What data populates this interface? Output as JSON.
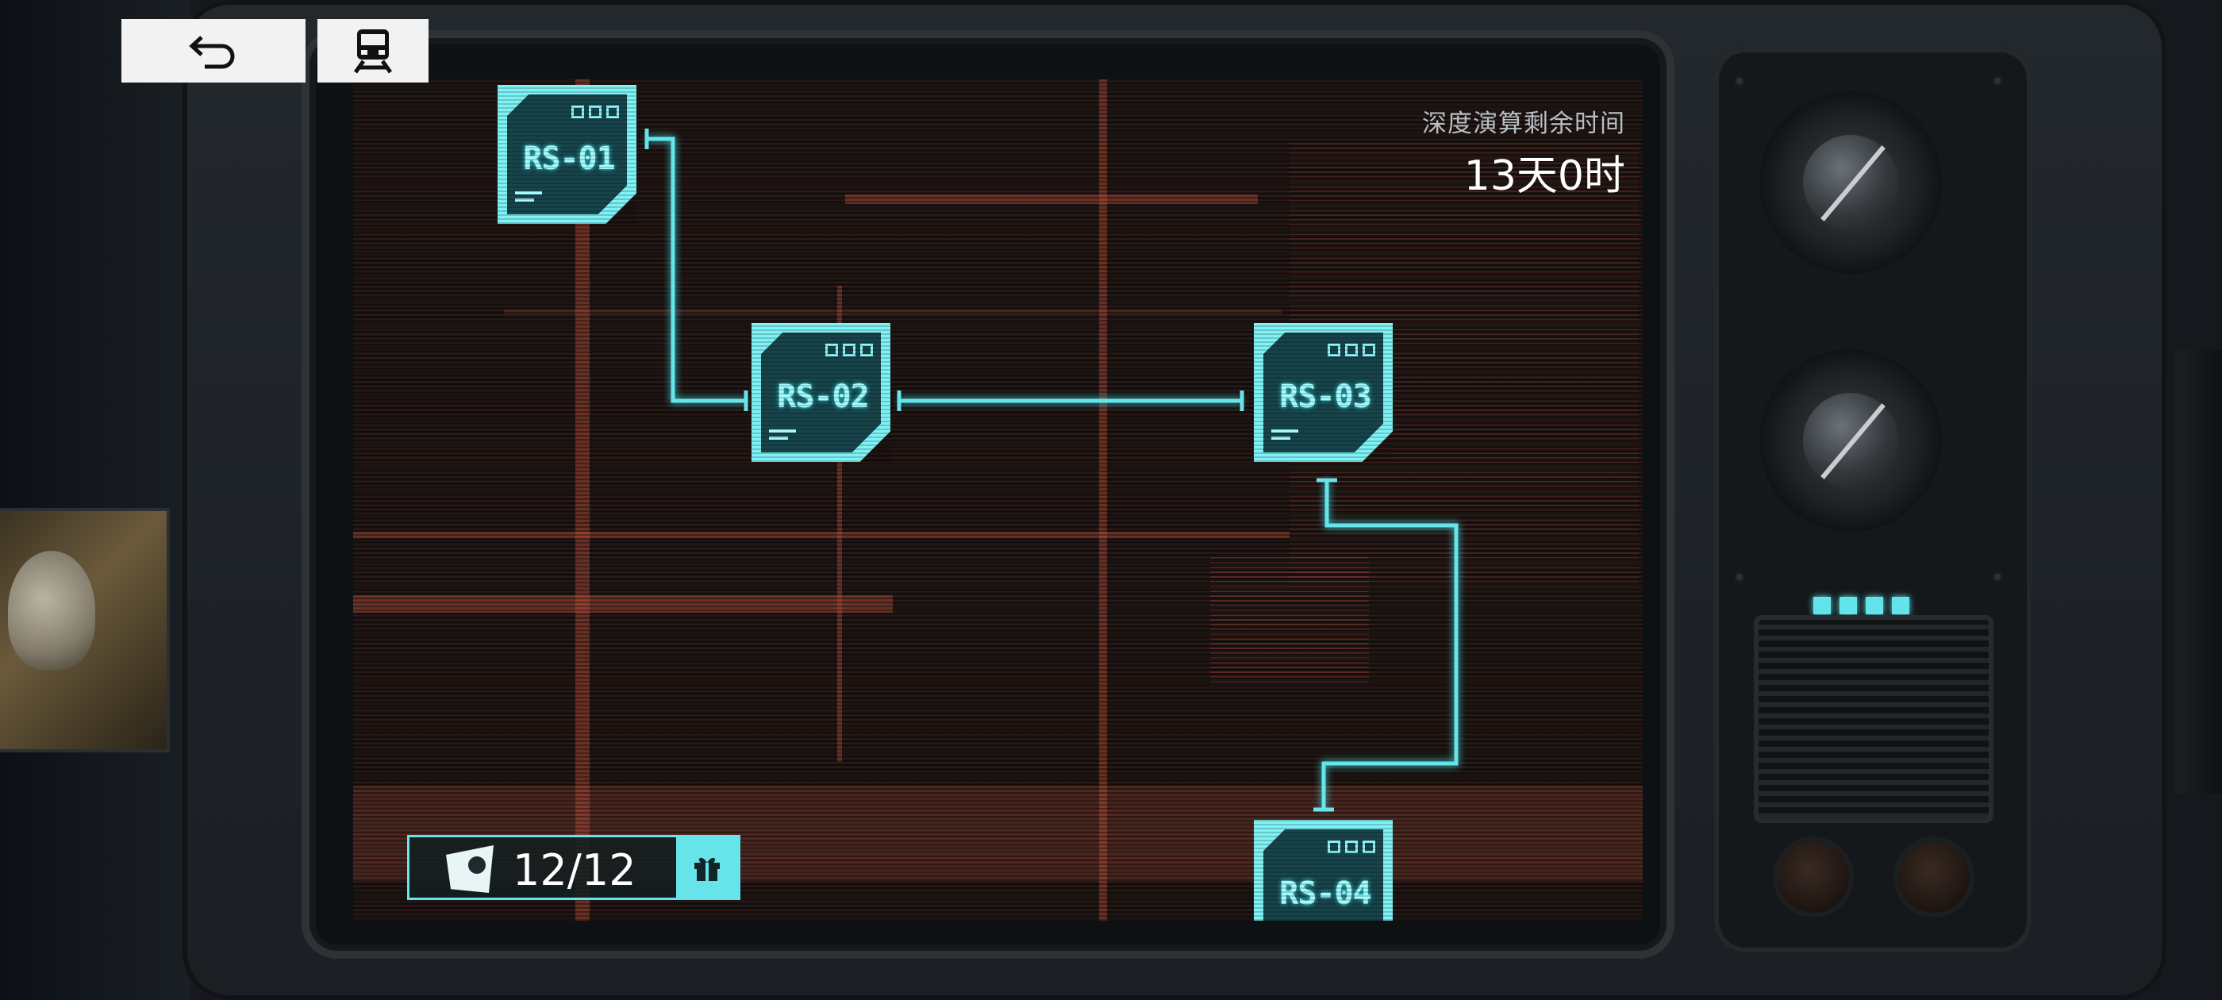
{
  "toolbar": {
    "back_icon": "back-arrow-icon",
    "train_icon": "train-icon"
  },
  "timer": {
    "label": "深度演算剩余时间",
    "value": "13天0时"
  },
  "nodes": [
    {
      "id": "RS-01"
    },
    {
      "id": "RS-02"
    },
    {
      "id": "RS-03"
    },
    {
      "id": "RS-04"
    }
  ],
  "resource": {
    "icon": "cheese-icon",
    "count": "12/12",
    "reward_icon": "gift-icon"
  },
  "colors": {
    "accent": "#67e4ea",
    "node_fill": "#7ff2f5",
    "blueprint": "#be503c"
  }
}
